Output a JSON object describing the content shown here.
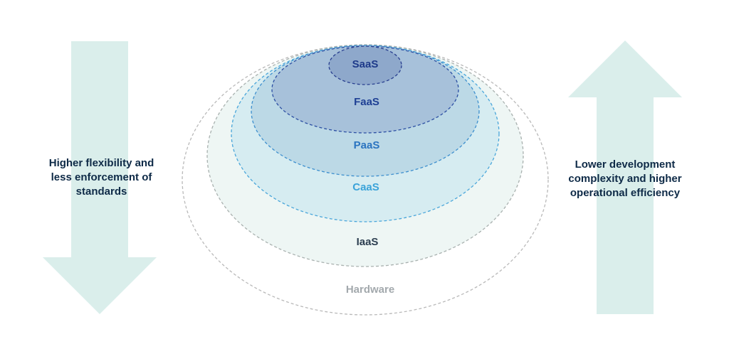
{
  "left_arrow": {
    "text": "Higher flexibility and\nless enforcement of\nstandards",
    "color": "#daeeeb"
  },
  "right_arrow": {
    "text": "Lower development\ncomplexity and higher\noperational efficiency",
    "color": "#daeeeb"
  },
  "layers": [
    {
      "id": "hardware",
      "label": "Hardware",
      "fill": "#ffffff",
      "stroke": "#b9b9b9",
      "text_color": "#a3a9ad"
    },
    {
      "id": "iaas",
      "label": "IaaS",
      "fill": "#eef6f4",
      "stroke": "#a9b1af",
      "text_color": "#2c3e50"
    },
    {
      "id": "caas",
      "label": "CaaS",
      "fill": "#d6ecf1",
      "stroke": "#4aa6da",
      "text_color": "#3aa3d9"
    },
    {
      "id": "paas",
      "label": "PaaS",
      "fill": "#bcd9e6",
      "stroke": "#3d8fce",
      "text_color": "#2b74c0"
    },
    {
      "id": "faas",
      "label": "FaaS",
      "fill": "#a7c1da",
      "stroke": "#2c4fa3",
      "text_color": "#1e3f94"
    },
    {
      "id": "saas",
      "label": "SaaS",
      "fill": "#8ea8cb",
      "stroke": "#283f8f",
      "text_color": "#1e3a8a"
    }
  ]
}
